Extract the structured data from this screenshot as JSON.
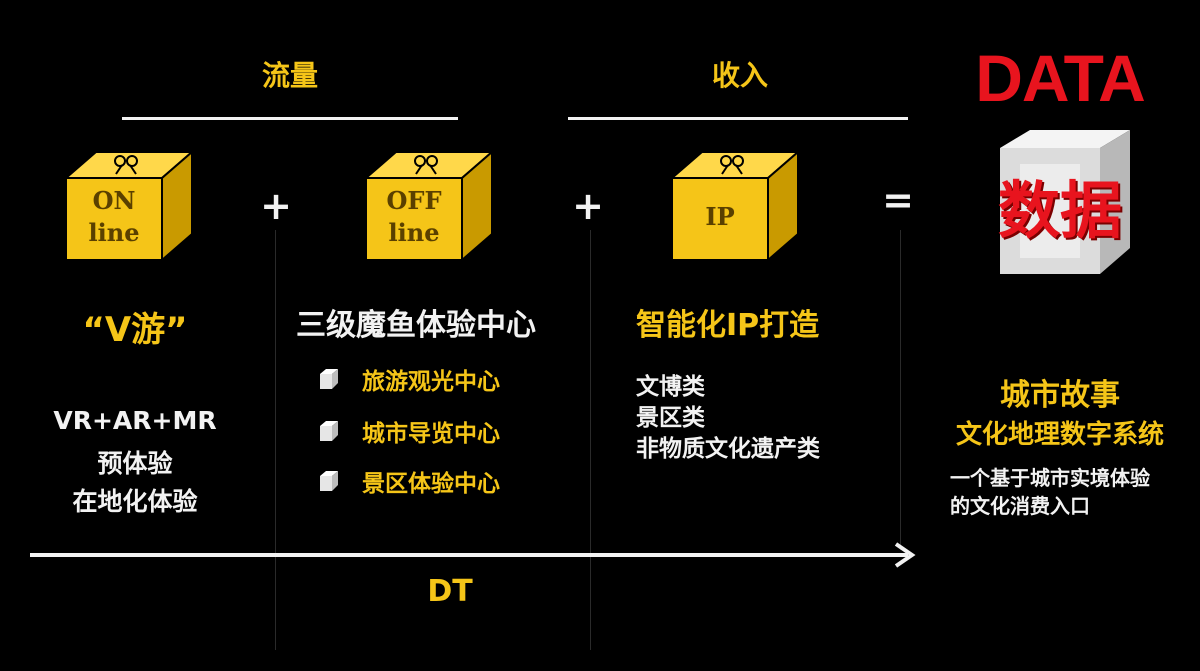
{
  "header": {
    "left_label": "流量",
    "right_label": "收入"
  },
  "boxes": {
    "online": {
      "line1": "ON",
      "line2": "line"
    },
    "offline": {
      "line1": "OFF",
      "line2": "line"
    },
    "ip": {
      "line1": "IP"
    }
  },
  "operators": {
    "plus1": "+",
    "plus2": "+",
    "equals": "="
  },
  "data_title": "DATA",
  "data_cube_text": "数据",
  "col1": {
    "title": "“V游”",
    "lines": [
      "VR+AR+MR",
      "预体验",
      "在地化体验"
    ]
  },
  "col2": {
    "title": "三级魔鱼体验中心",
    "items": [
      "旅游观光中心",
      "城市导览中心",
      "景区体验中心"
    ]
  },
  "col3": {
    "title": "智能化IP打造",
    "items": [
      "文博类",
      "景区类",
      "非物质文化遗产类"
    ]
  },
  "col4": {
    "title1": "城市故事",
    "title2": "文化地理数字系统",
    "desc1": "一个基于城市实境体验",
    "desc2": "的文化消费入口"
  },
  "timeline_label": "DT",
  "colors": {
    "accent": "#f5c518",
    "data_red": "#e8141e",
    "background": "#000000"
  }
}
